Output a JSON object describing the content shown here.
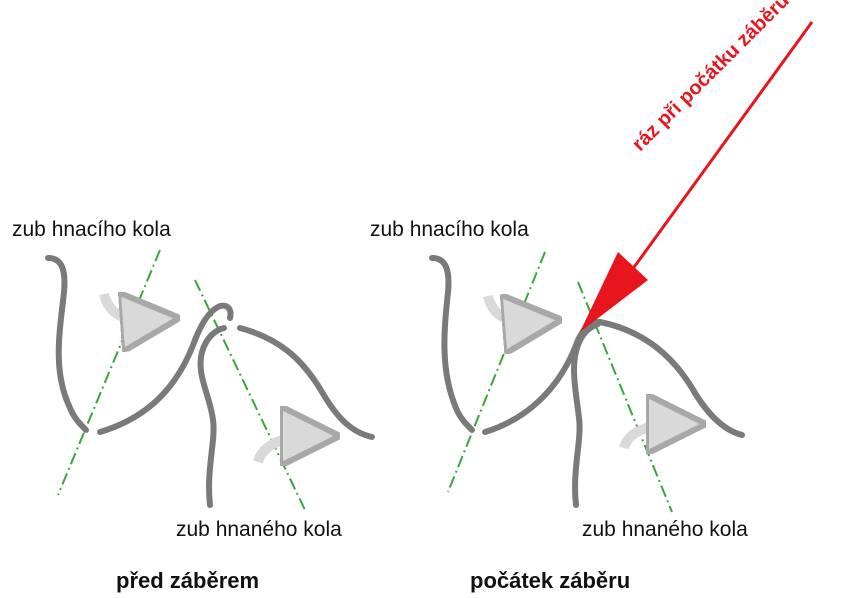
{
  "panels": {
    "left": {
      "driving_label": "zub hnacího kola",
      "driven_label": "zub hnaného kola",
      "caption": "před záběrem"
    },
    "right": {
      "driving_label": "zub hnacího kola",
      "driven_label": "zub hnaného kola",
      "caption": "počátek záběru"
    }
  },
  "impact_label": "ráz při počátku záběru",
  "colors": {
    "tooth": "#7a7a7a",
    "axis_line": "#3aa53a",
    "arrow_fill": "#d9d9d9",
    "arrow_stroke": "#a8a8a8",
    "impact": "#e8141e",
    "text": "#111111"
  },
  "icons": [
    "rotation-arrow-icon",
    "impact-arrow-icon"
  ]
}
